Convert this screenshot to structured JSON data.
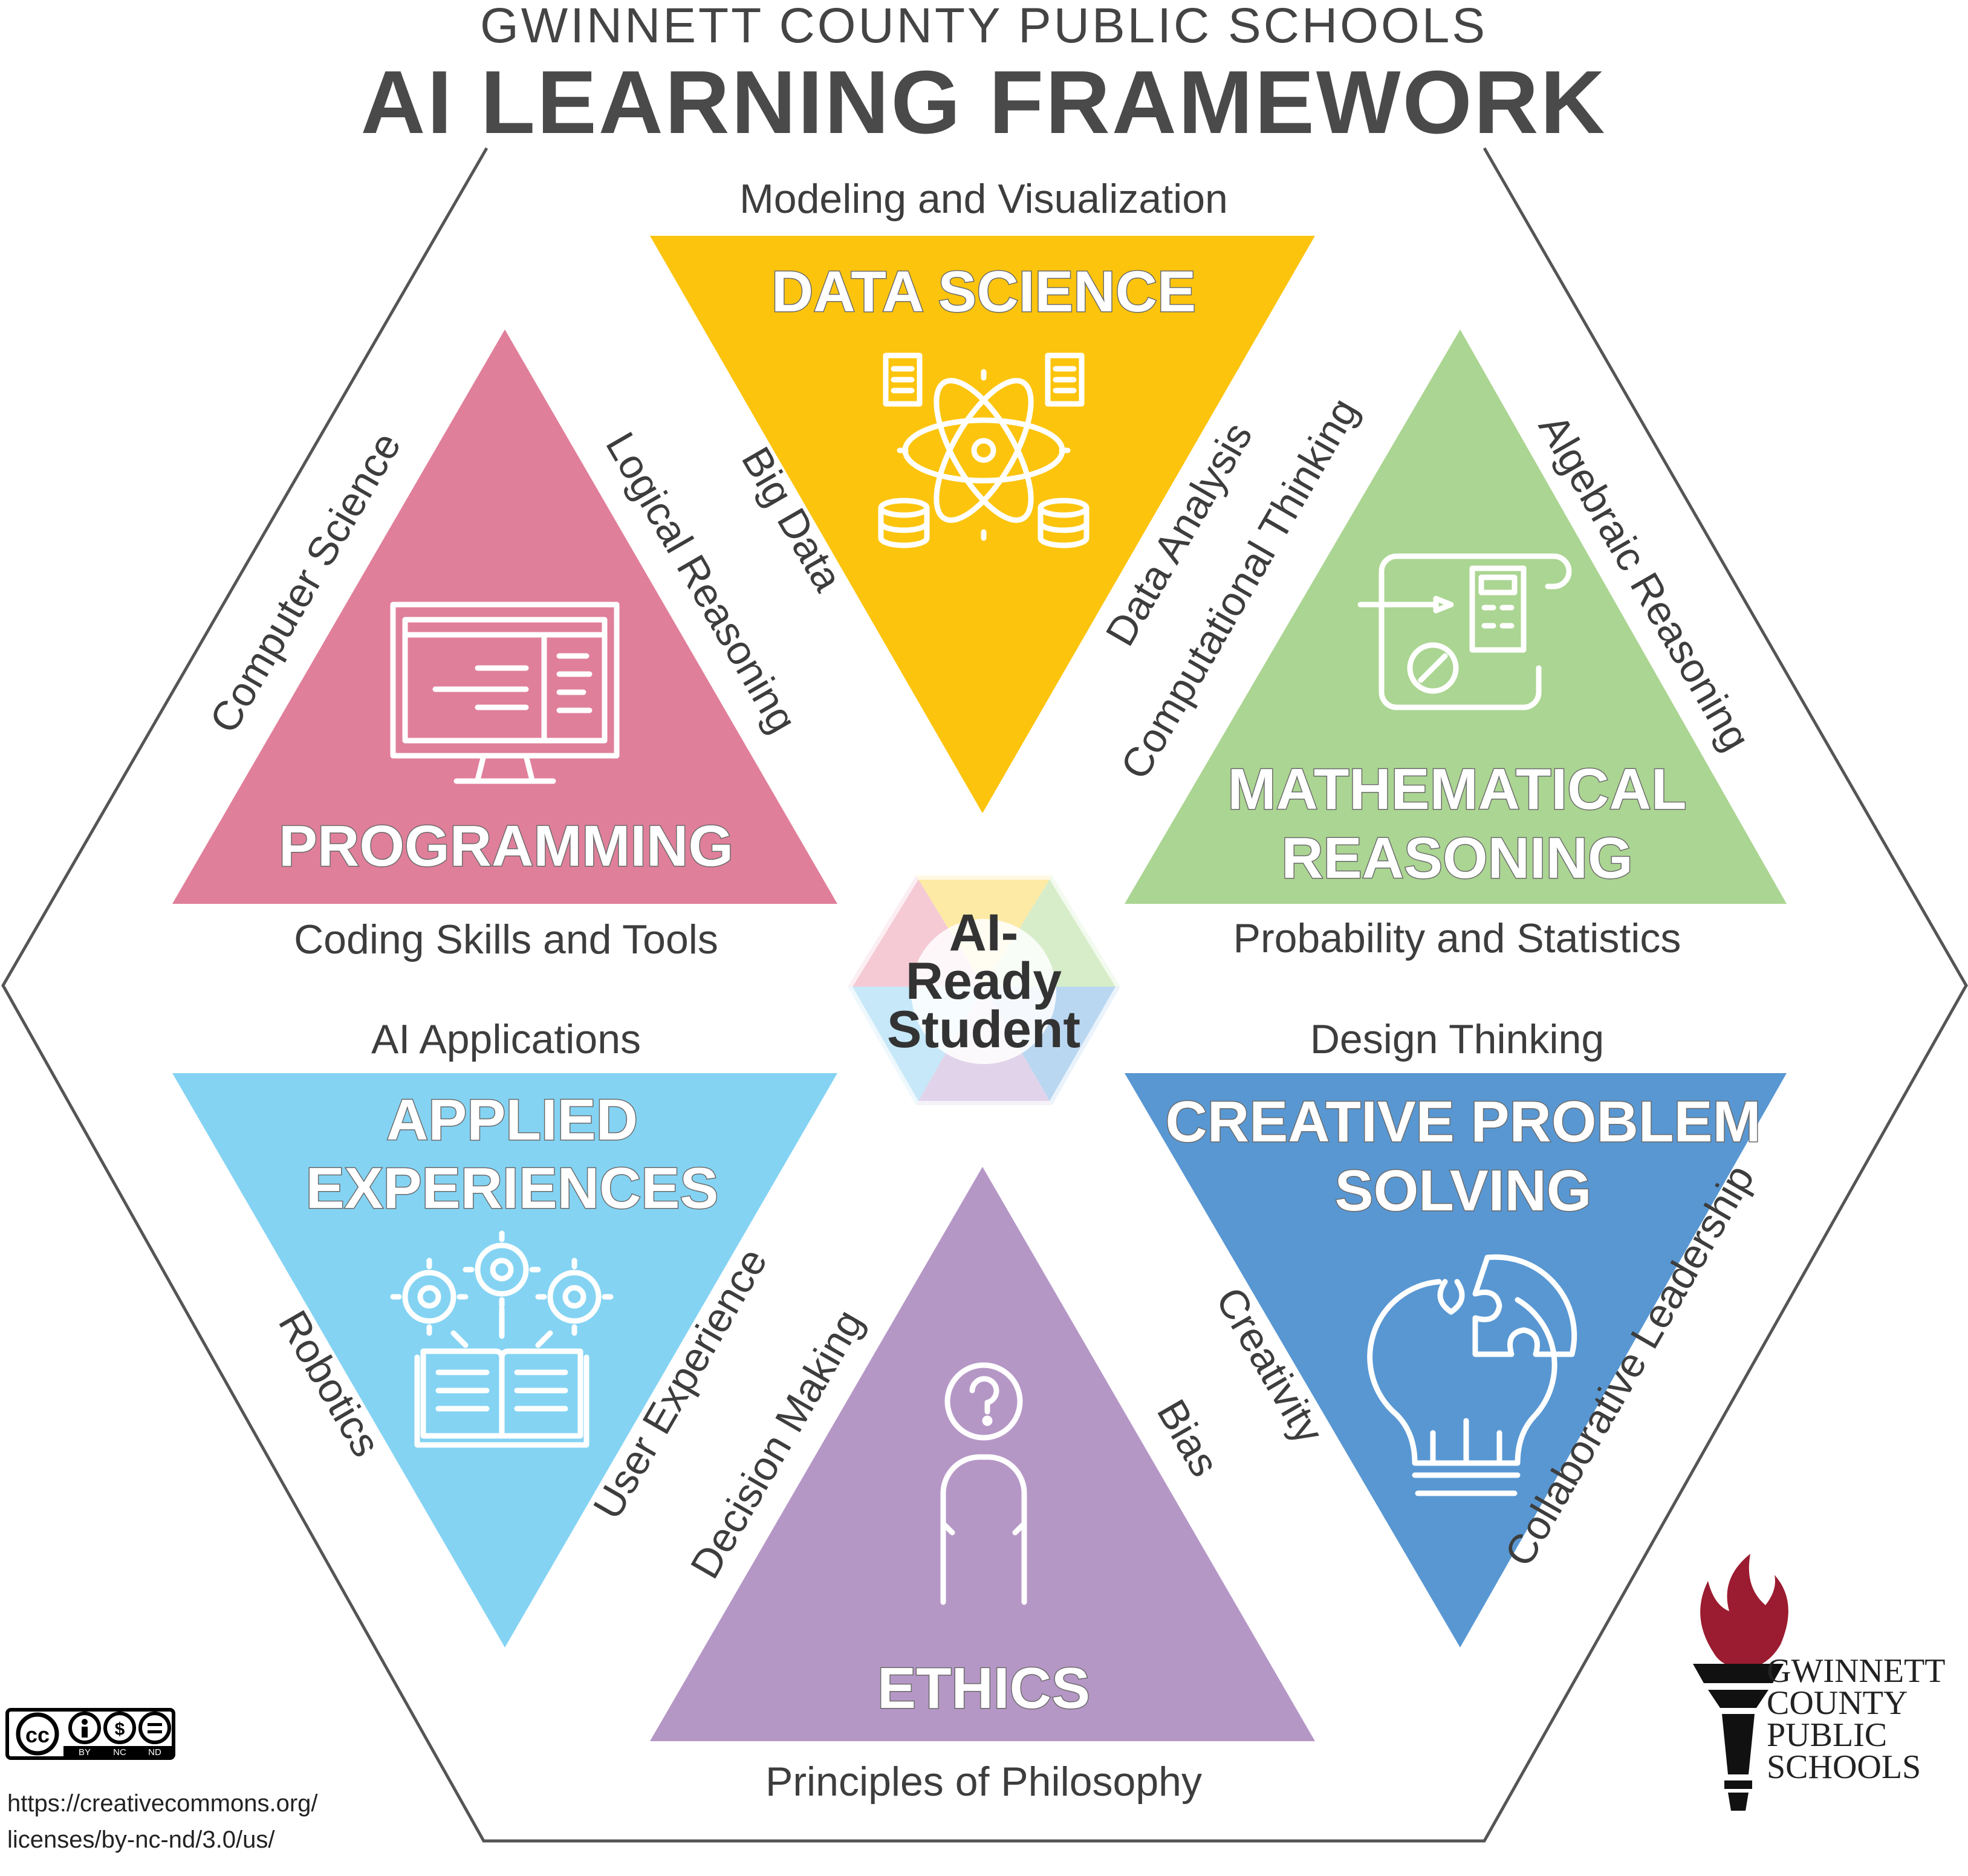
{
  "header": {
    "org": "GWINNETT COUNTY PUBLIC SCHOOLS",
    "title": "AI LEARNING FRAMEWORK"
  },
  "center": {
    "lines": [
      "AI-",
      "Ready",
      "Student"
    ]
  },
  "sections": {
    "data_science": {
      "title": "DATA SCIENCE",
      "color": "#fcc40d",
      "outer": "Modeling and Visualization",
      "left": "Big Data",
      "right": "Data Analysis",
      "icon": "atom-data-icon"
    },
    "programming": {
      "title": "PROGRAMMING",
      "color": "#e07f9a",
      "bottom": "Coding Skills and Tools",
      "left": "Computer Science",
      "right": "Logical Reasoning",
      "icon": "computer-monitor-code-icon"
    },
    "math": {
      "title_lines": [
        "MATHEMATICAL",
        "REASONING"
      ],
      "color": "#abd592",
      "bottom": "Probability and Statistics",
      "left": "Computational Thinking",
      "right": "Algebraic Reasoning",
      "icon": "calculator-scroll-icon"
    },
    "applied": {
      "title_lines": [
        "APPLIED",
        "EXPERIENCES"
      ],
      "color": "#84d3f3",
      "top": "AI Applications",
      "left": "Robotics",
      "right": "User Experience",
      "icon": "gears-book-icon"
    },
    "creative": {
      "title_lines": [
        "CREATIVE PROBLEM",
        "SOLVING"
      ],
      "color": "#5897d2",
      "top": "Design Thinking",
      "left": "Creativity",
      "right": "Collaborative Leadership",
      "icon": "puzzle-lightbulb-icon"
    },
    "ethics": {
      "title": "ETHICS",
      "color": "#b597c6",
      "outer": "Principles of Philosophy",
      "left": "Decision Making",
      "right": "Bias",
      "icon": "person-question-icon"
    }
  },
  "license": {
    "badge_labels": [
      "BY",
      "NC",
      "ND"
    ],
    "url_line1": "https://creativecommons.org/",
    "url_line2": "licenses/by-nc-nd/3.0/us/"
  },
  "logo": {
    "lines": [
      "GWINNETT",
      "COUNTY",
      "PUBLIC",
      "SCHOOLS"
    ],
    "flame_color": "#9b1b30"
  }
}
